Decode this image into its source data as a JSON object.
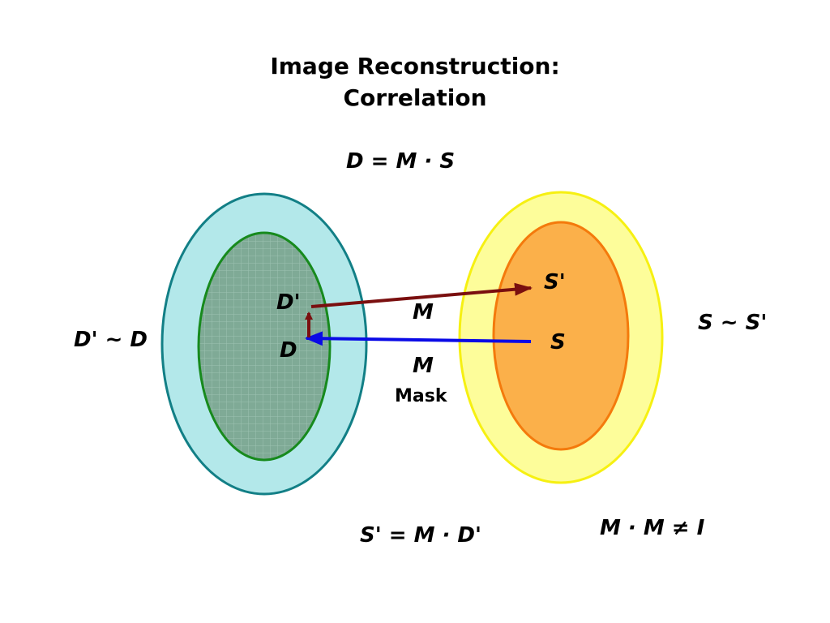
{
  "title": {
    "line1": "Image Reconstruction:",
    "line2": "Correlation"
  },
  "equations": {
    "forward": "D = M · S",
    "reverse": "S' = M · D'",
    "identity": "M · M ≠ I"
  },
  "labels": {
    "d_prime": "D'",
    "d": "D",
    "s_prime": "S'",
    "s": "S",
    "m_upper": "M",
    "m_lower": "M",
    "mask": "Mask",
    "d_similarity": "D' ~ D",
    "s_similarity": "S ~ S'"
  },
  "colors": {
    "data_outer_fill": "#b3e8ea",
    "data_outer_stroke": "#127f86",
    "data_inner_fill": "#7faa96",
    "data_inner_stroke": "#178a1d",
    "source_outer_fill": "#fdfd9a",
    "source_outer_stroke": "#f6f012",
    "source_inner_fill": "#fbb04a",
    "source_inner_stroke": "#f47a0c",
    "arrow_upper": "#7a0f0f",
    "arrow_lower": "#0a0ae6"
  }
}
